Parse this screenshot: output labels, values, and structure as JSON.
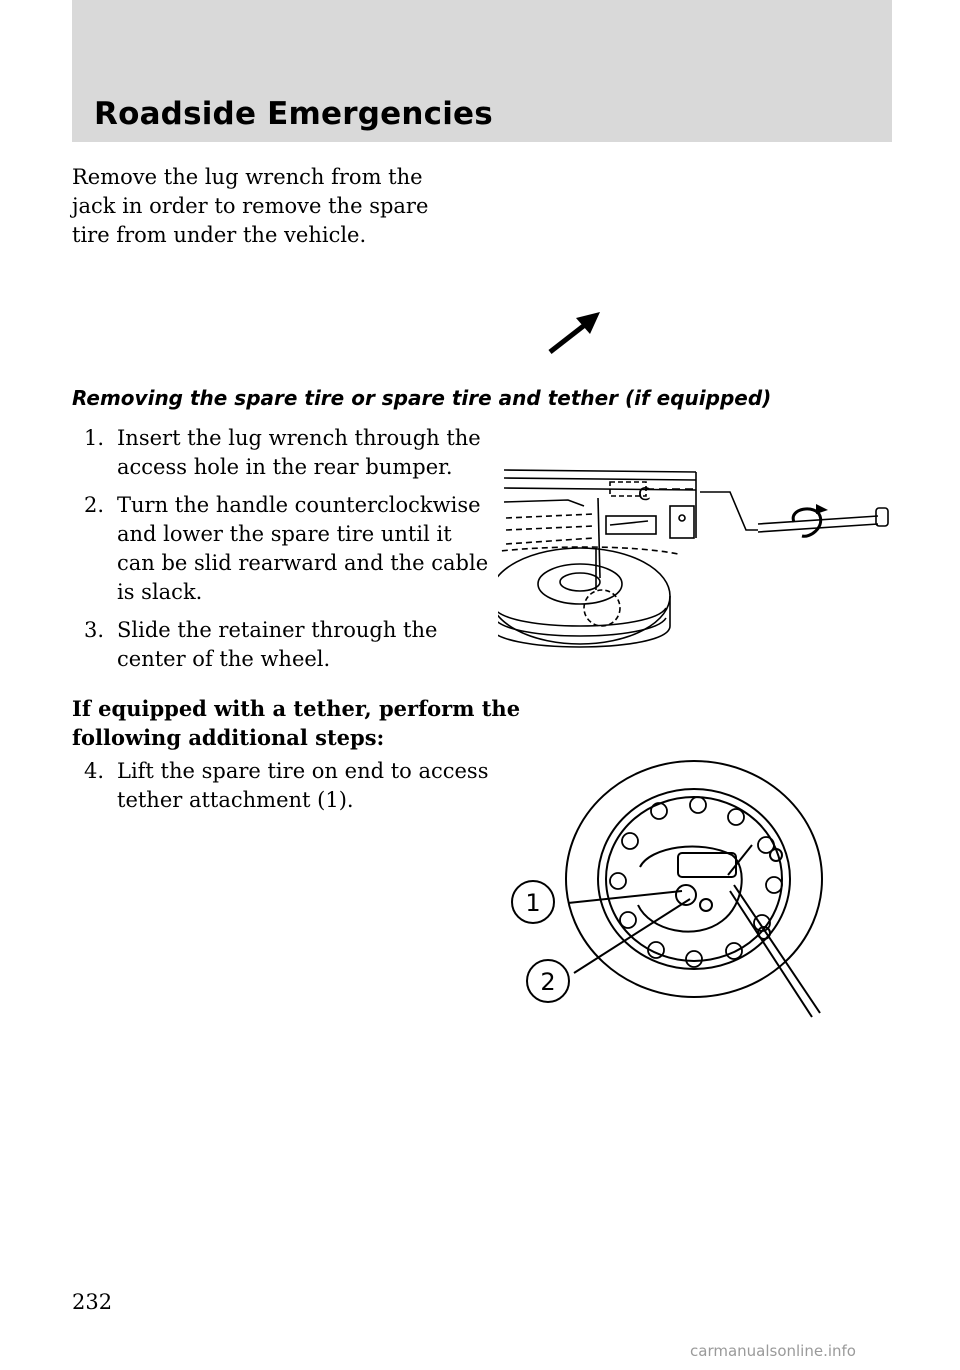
{
  "header": {
    "title": "Roadside Emergencies",
    "band_color": "#d9d9d9"
  },
  "intro": "Remove the lug wrench from the jack in order to remove the spare tire from under the vehicle.",
  "icons": {
    "note_arrow": "arrow-icon"
  },
  "subheading": "Removing the spare tire or spare tire and tether (if equipped)",
  "steps": [
    {
      "num": "1.",
      "text": "Insert the lug wrench through the access hole in the rear bumper."
    },
    {
      "num": "2.",
      "text": "Turn the handle counterclockwise and lower the spare tire until it can be slid rearward and the cable is slack."
    },
    {
      "num": "3.",
      "text": "Slide the retainer through the center of the wheel."
    }
  ],
  "tether_note": "If equipped with a tether, perform the following additional steps:",
  "tether_steps": [
    {
      "num": "4.",
      "text": "Lift the spare tire on end to access tether attachment (1)."
    }
  ],
  "figure_callouts": [
    "1",
    "2"
  ],
  "page_number": "232",
  "watermark": "carmanualsonline.info"
}
